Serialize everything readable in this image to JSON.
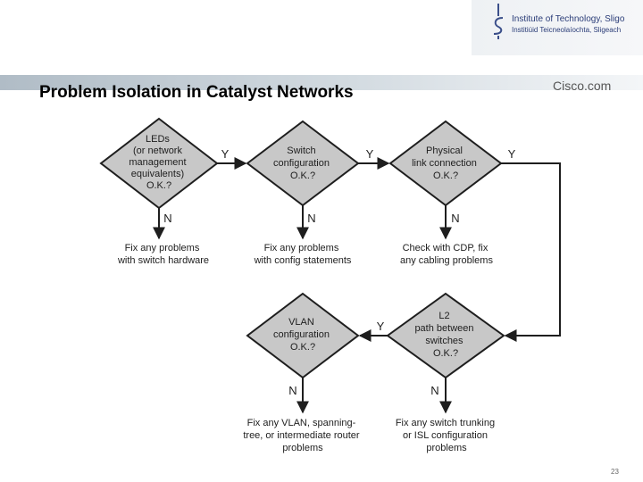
{
  "header": {
    "institute_line1": "Institute of Technology, Sligo",
    "institute_line2": "Institiúid Teicneolaíochta, Sligeach",
    "title": "Problem Isolation in Catalyst Networks",
    "brand": "Cisco.com"
  },
  "flow": {
    "d1": [
      "LEDs",
      "(or network",
      "management",
      "equivalents)",
      "O.K.?"
    ],
    "d2": [
      "Switch",
      "configuration",
      "O.K.?"
    ],
    "d3": [
      "Physical",
      "link connection",
      "O.K.?"
    ],
    "d4": [
      "L2",
      "path between",
      "switches",
      "O.K.?"
    ],
    "d5": [
      "VLAN",
      "configuration",
      "O.K.?"
    ],
    "yes": "Y",
    "no": "N",
    "fix1": [
      "Fix any problems",
      "with switch hardware"
    ],
    "fix2": [
      "Fix any problems",
      "with config statements"
    ],
    "fix3": [
      "Check with CDP, fix",
      "any cabling problems"
    ],
    "fix4": [
      "Fix any switch trunking",
      "or ISL configuration",
      "problems"
    ],
    "fix5": [
      "Fix any VLAN, spanning-",
      "tree, or intermediate router",
      "problems"
    ]
  },
  "colors": {
    "diamond_fill": "#c8c8c8",
    "diamond_stroke": "#1e1e1e",
    "title": "#000000",
    "band": "#b0bcc6"
  },
  "page_number": "23"
}
